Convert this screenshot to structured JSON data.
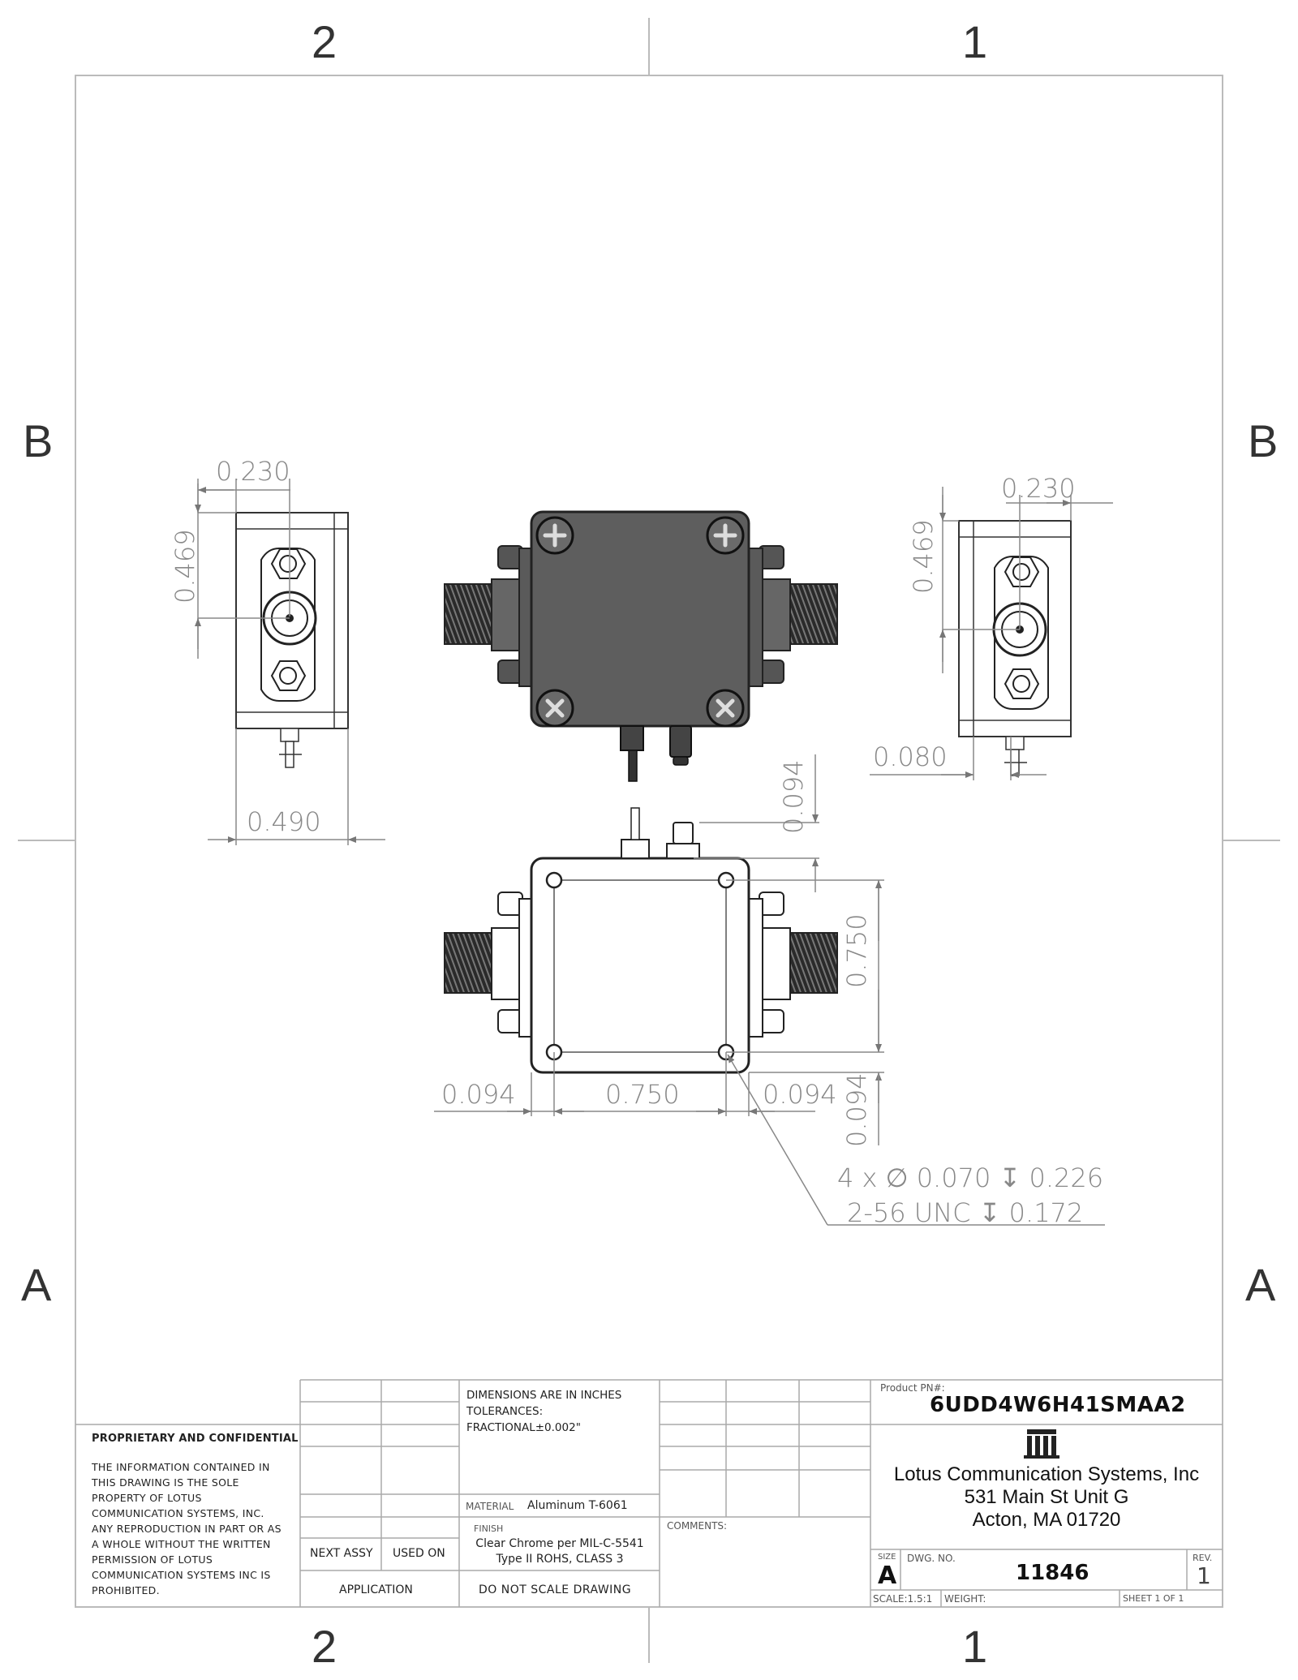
{
  "zones": {
    "top": [
      "2",
      "1"
    ],
    "bottom": [
      "2",
      "1"
    ],
    "left": [
      "B",
      "A"
    ],
    "right": [
      "B",
      "A"
    ]
  },
  "dimensions": {
    "left_view": {
      "width_offset": "0.230",
      "height_offset": "0.469",
      "overall_width": "0.490"
    },
    "right_view": {
      "width_offset": "0.230",
      "height_offset": "0.469",
      "pin_offset": "0.080"
    },
    "bottom_view": {
      "pin_height": "0.094",
      "hole_spacing_v": "0.750",
      "edge_v": "0.094",
      "edge_left": "0.094",
      "hole_spacing_h": "0.750",
      "edge_right": "0.094",
      "hole_note_line1": "4 x ∅ 0.070 ↧ 0.226",
      "hole_note_line2": "2-56 UNC  ↧ 0.172"
    }
  },
  "title_block": {
    "proprietary_heading": "PROPRIETARY AND CONFIDENTIAL",
    "proprietary_lines": [
      "THE INFORMATION CONTAINED IN",
      "THIS DRAWING IS THE SOLE",
      "PROPERTY OF LOTUS",
      "COMMUNICATION SYSTEMS, INC.",
      "ANY REPRODUCTION IN PART OR AS",
      "A WHOLE WITHOUT THE WRITTEN",
      "PERMISSION OF LOTUS",
      "COMMUNICATION SYSTEMS INC IS",
      "PROHIBITED."
    ],
    "next_assy": "NEXT ASSY",
    "used_on": "USED ON",
    "application": "APPLICATION",
    "dimensions_note": [
      "DIMENSIONS ARE IN INCHES",
      "TOLERANCES:",
      "FRACTIONAL±0.002\""
    ],
    "material_label": "MATERIAL",
    "material_value": "Aluminum T-6061",
    "finish_label": "FINISH",
    "finish_value": [
      "Clear Chrome per MIL-C-5541",
      "Type II ROHS, CLASS 3"
    ],
    "do_not_scale": "DO NOT SCALE DRAWING",
    "comments_label": "COMMENTS:",
    "product_pn_label": "Product PN#:",
    "product_pn": "6UDD4W6H41SMAA2",
    "company_lines": [
      "Lotus Communication Systems, Inc",
      "531 Main St Unit G",
      "Acton, MA 01720"
    ],
    "size_label": "SIZE",
    "size_value": "A",
    "dwg_no_label": "DWG.  NO.",
    "dwg_no": "11846",
    "rev_label": "REV.",
    "rev_value": "1",
    "scale": "SCALE:1.5:1",
    "weight": "WEIGHT:",
    "sheet": "SHEET 1 OF 1"
  }
}
